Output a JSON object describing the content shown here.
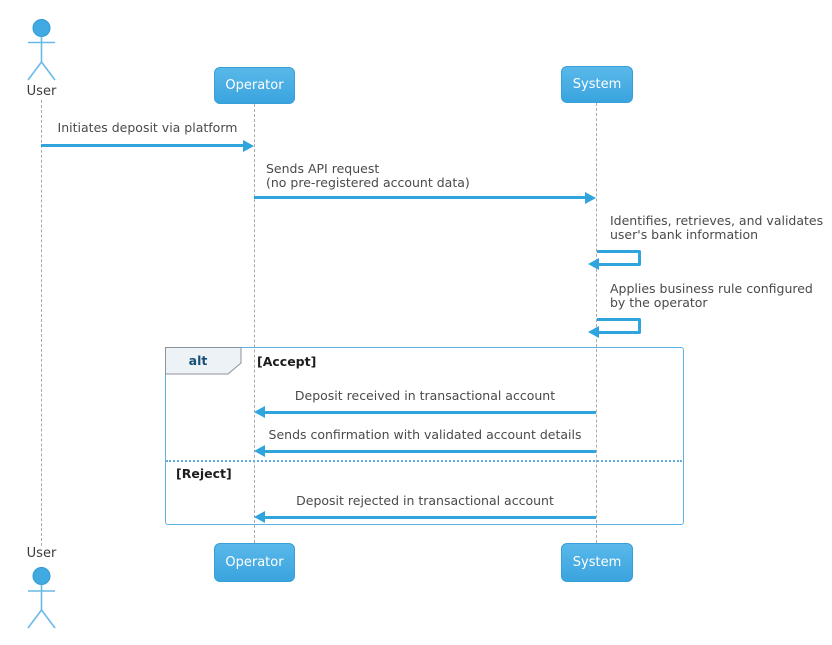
{
  "actors": {
    "user": "User",
    "operator": "Operator",
    "system": "System"
  },
  "messages": {
    "initiate": "Initiates deposit via platform",
    "api_request_line1": "Sends API request",
    "api_request_line2": "(no pre-registered account data)",
    "validate_line1": "Identifies, retrieves, and validates",
    "validate_line2": "user's bank information",
    "rule_line1": "Applies business rule configured",
    "rule_line2": "by the operator",
    "deposit_received": "Deposit received in transactional account",
    "confirmation": "Sends confirmation with validated account details",
    "deposit_rejected": "Deposit rejected in transactional account"
  },
  "alt_frame": {
    "operator_label": "alt",
    "accept_guard": "[Accept]",
    "reject_guard": "[Reject]"
  },
  "colors": {
    "participant_fill_top": "#59b8e9",
    "participant_fill_bottom": "#3aa4df",
    "arrow": "#2fa4dd",
    "frame_border": "#5fb3e4",
    "lifeline": "#a9a9a9",
    "alt_label_text": "#164e77",
    "pentagon_fill": "#edf2f7",
    "message_text": "#4a4a4a"
  }
}
